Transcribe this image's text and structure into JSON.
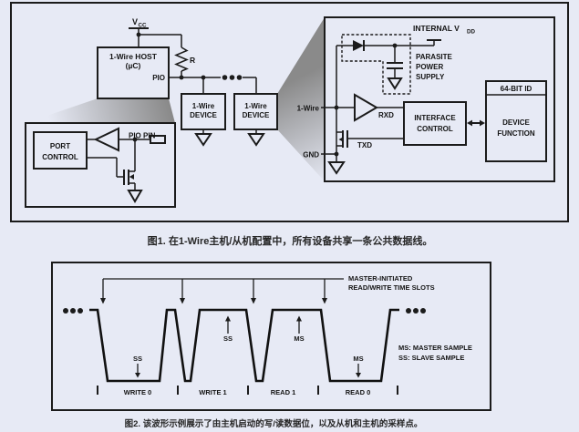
{
  "colors": {
    "background": "#e7eaf5",
    "ink": "#1b1b1b",
    "wedge_gray": "#8a8a8a"
  },
  "fig1": {
    "caption": "图1. 在1-Wire主机/从机配置中，所有设备共享一条公共数据线。",
    "vcc": {
      "main": "V",
      "sub": "CC"
    },
    "resistor": "R",
    "host": {
      "line1": "1-Wire HOST",
      "line2": "(µC)",
      "pin": "PIO"
    },
    "devices": [
      {
        "line1": "1-Wire",
        "line2": "DEVICE"
      },
      {
        "line1": "1-Wire",
        "line2": "DEVICE"
      }
    ],
    "port_control": {
      "line1": "PORT",
      "line2": "CONTROL"
    },
    "pio_pin": "PIO PIN",
    "internal_vdd": {
      "main": "INTERNAL V",
      "sub": "DD"
    },
    "parasite": [
      "PARASITE",
      "POWER",
      "SUPPLY"
    ],
    "rxd": "RXD",
    "txd": "TXD",
    "onewire_pin": "1-Wire",
    "gnd_pin": "GND",
    "interface": {
      "line1": "INTERFACE",
      "line2": "CONTROL"
    },
    "device_function": {
      "header": "64-BIT ID",
      "line1": "DEVICE",
      "line2": "FUNCTION"
    }
  },
  "fig2": {
    "caption": "图2. 该波形示例展示了由主机启动的写/读数据位，以及从机和主机的采样点。",
    "title_line1": "MASTER-INITIATED",
    "title_line2": "READ/WRITE TIME SLOTS",
    "legend_line1": "MS: MASTER SAMPLE",
    "legend_line2": "SS: SLAVE SAMPLE",
    "slots": [
      "WRITE 0",
      "WRITE 1",
      "READ 1",
      "READ 0"
    ],
    "samples": [
      {
        "label": "SS",
        "direction": "down",
        "slot": "WRITE 0"
      },
      {
        "label": "SS",
        "direction": "up",
        "slot": "WRITE 1"
      },
      {
        "label": "MS",
        "direction": "up",
        "slot": "READ 1"
      },
      {
        "label": "MS",
        "direction": "down",
        "slot": "READ 0"
      }
    ]
  }
}
